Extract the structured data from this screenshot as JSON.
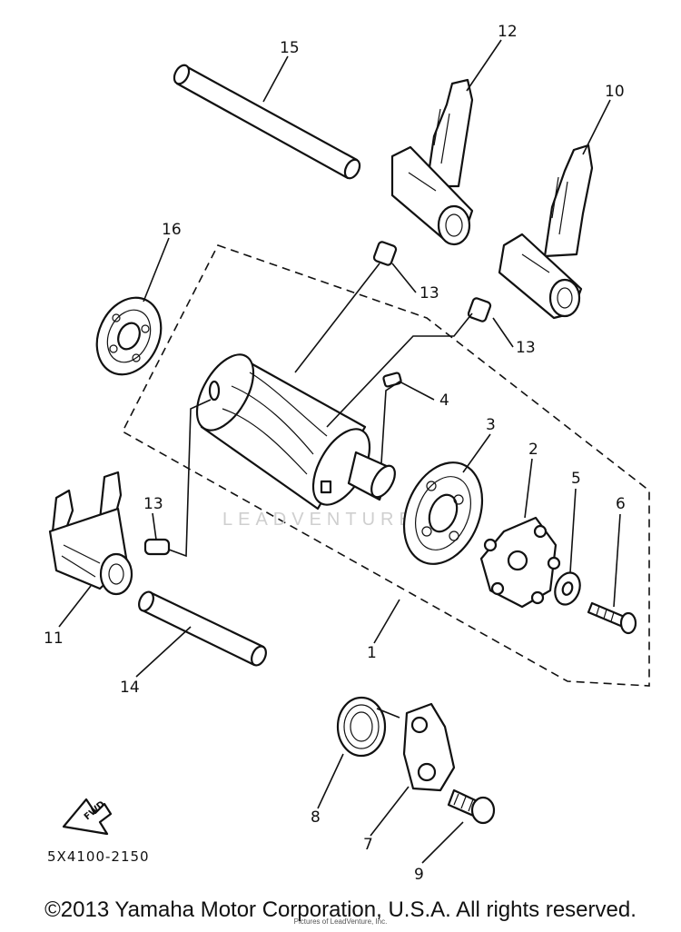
{
  "diagram": {
    "part_code": "5X4100-2150",
    "watermark": "LEADVENTURE",
    "fwd_label": "FWD",
    "callouts": {
      "c1": "1",
      "c2": "2",
      "c3": "3",
      "c4": "4",
      "c5": "5",
      "c6": "6",
      "c7": "7",
      "c8": "8",
      "c9": "9",
      "c10": "10",
      "c11": "11",
      "c12": "12",
      "c13a": "13",
      "c13b": "13",
      "c13c": "13",
      "c14": "14",
      "c15": "15",
      "c16": "16"
    }
  },
  "footer": {
    "copyright": "©2013 Yamaha Motor Corporation, U.S.A. All rights reserved.",
    "subline": "Pictures of LeadVenture, Inc."
  },
  "colors": {
    "ink": "#111111",
    "background": "#ffffff",
    "watermark": "#cfcfcf"
  }
}
